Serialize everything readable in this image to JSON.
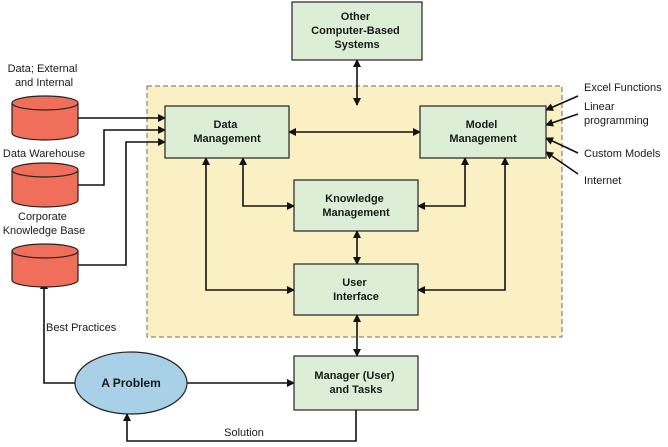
{
  "colors": {
    "box_fill": "#dcefd6",
    "box_stroke": "#222222",
    "system_fill": "#fbefc4",
    "system_stroke": "#6b6b6b",
    "cylinder_fill": "#f06f5a",
    "problem_fill": "#a8d0e6",
    "line": "#111111"
  },
  "boxes": {
    "other_systems": [
      "Other",
      "Computer-Based",
      "Systems"
    ],
    "data_management": [
      "Data",
      "Management"
    ],
    "model_management": [
      "Model",
      "Management"
    ],
    "knowledge_management": [
      "Knowledge",
      "Management"
    ],
    "user_interface": [
      "User",
      "Interface"
    ],
    "manager": [
      "Manager (User)",
      "and Tasks"
    ]
  },
  "problem_label": "A Problem",
  "data_sources": {
    "external": [
      "Data; External",
      "and Internal"
    ],
    "warehouse": [
      "Data Warehouse"
    ],
    "knowledge_base": [
      "Corporate",
      "Knowledge Base"
    ]
  },
  "model_inputs": {
    "excel": [
      "Excel Functions"
    ],
    "linear": [
      "Linear",
      "programming"
    ],
    "custom": [
      "Custom Models"
    ],
    "internet": [
      "Internet"
    ]
  },
  "flow_labels": {
    "best_practices": "Best Practices",
    "solution": "Solution"
  }
}
